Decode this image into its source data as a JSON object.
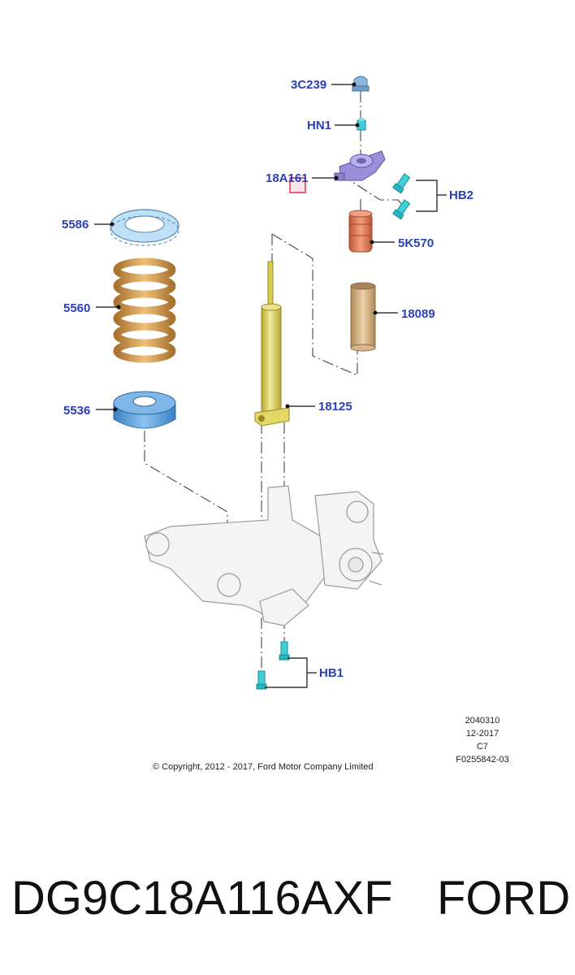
{
  "parts": {
    "p3c239": "3C239",
    "hn1": "HN1",
    "p18a161": "18A161",
    "hb2": "HB2",
    "p5586": "5586",
    "p5k570": "5K570",
    "p5560": "5560",
    "p18089": "18089",
    "p5536": "5536",
    "p18125": "18125",
    "hb1": "HB1"
  },
  "meta": {
    "line1": "2040310",
    "line2": "12-2017",
    "line3": "C7",
    "line4": "F0255842-03"
  },
  "copyright": "© Copyright, 2012 - 2017, Ford Motor Company Limited",
  "caption": {
    "part_number": "DG9C18A116AXF",
    "brand": "FORD"
  },
  "colors": {
    "label": "#2a3fb5",
    "spring": "#d9a35c",
    "seat_blue": "#5aa0dc",
    "strut_yellow": "#e8dc6a",
    "bumper_orange": "#e07a55",
    "dust_tube": "#d9b88a",
    "mount_purple": "#9a8fd8",
    "bolt_cyan": "#3ecfd8",
    "highlight_red": "#e0304a"
  }
}
